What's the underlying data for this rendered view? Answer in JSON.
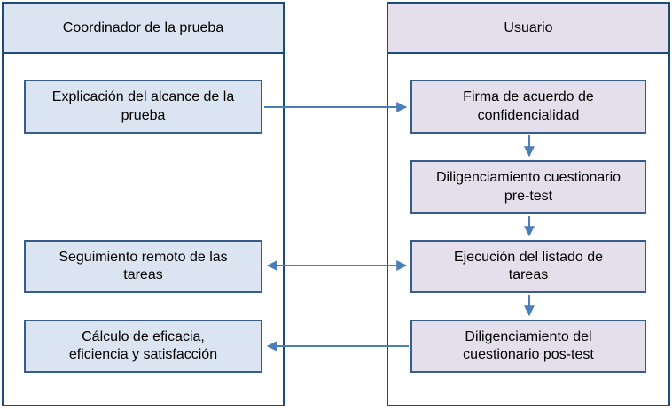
{
  "diagram": {
    "type": "swimlane-flowchart",
    "lanes": [
      {
        "title": "Coordinador de la prueba"
      },
      {
        "title": "Usuario"
      }
    ],
    "nodes": [
      {
        "label": "Explicación del alcance de la\nprueba",
        "lane": "Coordinador de la prueba"
      },
      {
        "label": "Firma de acuerdo de\nconfidencialidad",
        "lane": "Usuario"
      },
      {
        "label": "Diligenciamiento cuestionario\npre-test",
        "lane": "Usuario"
      },
      {
        "label": "Seguimiento remoto de las\ntareas",
        "lane": "Coordinador de la prueba"
      },
      {
        "label": "Ejecución del listado de\ntareas",
        "lane": "Usuario"
      },
      {
        "label": "Cálculo de eficacia,\neficiencia y satisfacción",
        "lane": "Coordinador de la prueba"
      },
      {
        "label": "Diligenciamiento del\ncuestionario pos-test",
        "lane": "Usuario"
      }
    ],
    "edges": [
      {
        "from": "Explicación del alcance de la prueba",
        "to": "Firma de acuerdo de confidencialidad",
        "direction": "one-way"
      },
      {
        "from": "Firma de acuerdo de confidencialidad",
        "to": "Diligenciamiento cuestionario pre-test",
        "direction": "one-way"
      },
      {
        "from": "Diligenciamiento cuestionario pre-test",
        "to": "Ejecución del listado de tareas",
        "direction": "one-way"
      },
      {
        "from": "Seguimiento remoto de las tareas",
        "to": "Ejecución del listado de tareas",
        "direction": "two-way"
      },
      {
        "from": "Ejecución del listado de tareas",
        "to": "Diligenciamiento del cuestionario pos-test",
        "direction": "one-way"
      },
      {
        "from": "Diligenciamiento del cuestionario pos-test",
        "to": "Cálculo de eficacia, eficiencia y satisfacción",
        "direction": "one-way"
      }
    ],
    "colors": {
      "coordinator_fill": "#dbe5f1",
      "user_fill": "#e5dfec",
      "node_border": "#385d8a",
      "lane_border": "#1f497d",
      "arrow": "#4a7ebb",
      "background": "#ffffff",
      "text": "#000000"
    }
  }
}
